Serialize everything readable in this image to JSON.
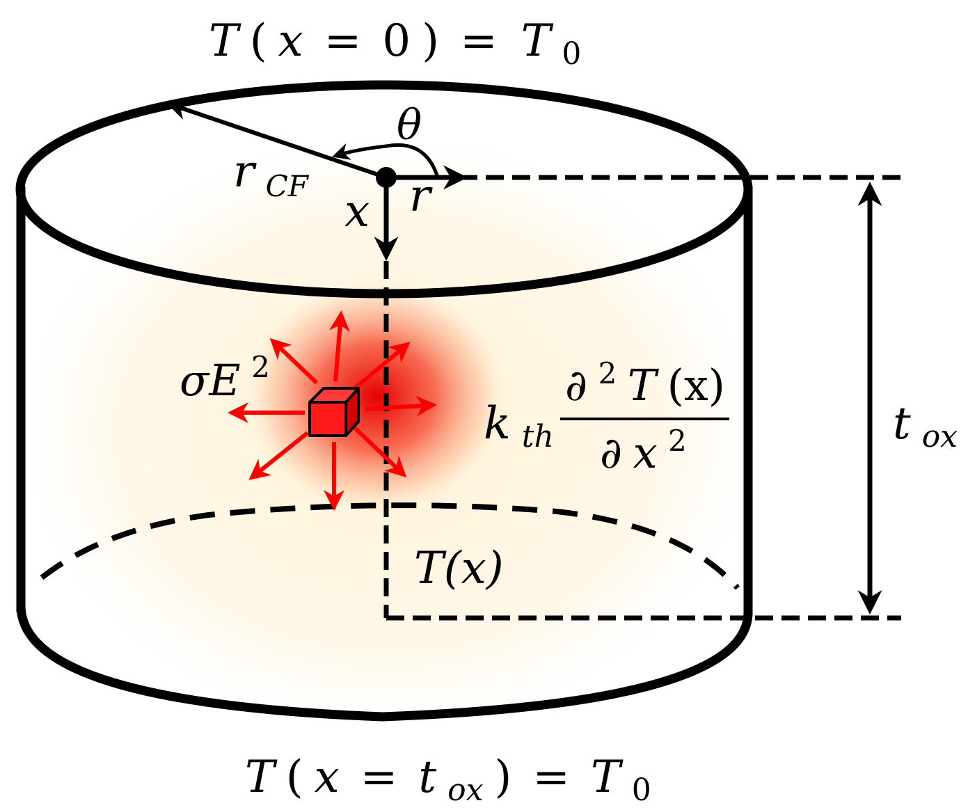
{
  "labels": {
    "top_bc": {
      "T": "T",
      "open": "(",
      "x": "x",
      "eq": "=",
      "zero": "0",
      "close": ")",
      "eq2": "=",
      "T0": "T",
      "T0_sub": "0"
    },
    "bottom_bc": {
      "T": "T",
      "open": "(",
      "x": "x",
      "eq": "=",
      "tox": "t",
      "tox_sub": "ox",
      "close": ")",
      "eq2": "=",
      "T0": "T",
      "T0_sub": "0"
    },
    "theta": "θ",
    "r_cf": {
      "r": "r",
      "sub": "CF"
    },
    "x_axis": "x",
    "r_axis": "r",
    "joule_heating": {
      "sigma_e": "σE",
      "sup": "2"
    },
    "conduction": {
      "k": "k",
      "k_sub": "th",
      "num_partial": "∂",
      "num_sup": "2",
      "num_T": "T",
      "num_paren": "(x)",
      "den_partial": "∂",
      "den_x": "x",
      "den_sup": "2"
    },
    "t_of_x": "T(x)",
    "thickness": {
      "t": "t",
      "sub": "ox"
    }
  },
  "colors": {
    "outline": "#000000",
    "heat_arrow": "#ff0000",
    "hot_spot": "#e60000",
    "glow": "#fff3d6",
    "cube": "#ff1a1a"
  },
  "icons": {
    "heat_source": "cube-icon"
  }
}
